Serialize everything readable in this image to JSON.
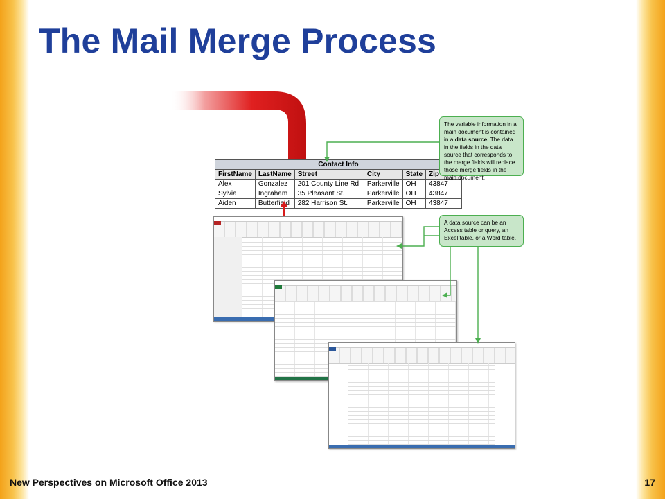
{
  "slide": {
    "title": "The Mail Merge Process",
    "footer": "New Perspectives on Microsoft Office 2013",
    "page_number": "17"
  },
  "contact_table": {
    "caption": "Contact Info",
    "columns": [
      "FirstName",
      "LastName",
      "Street",
      "City",
      "State",
      "Zip Code"
    ],
    "rows": [
      [
        "Alex",
        "Gonzalez",
        "201 County Line Rd.",
        "Parkerville",
        "OH",
        "43847"
      ],
      [
        "Sylvia",
        "Ingraham",
        "35 Pleasant St.",
        "Parkerville",
        "OH",
        "43847"
      ],
      [
        "Aiden",
        "Butterfield",
        "282 Harrison St.",
        "Parkerville",
        "OH",
        "43847"
      ]
    ]
  },
  "callouts": {
    "variable_info": {
      "before": "The variable information in a main document is contained in a ",
      "bold": "data source.",
      "after": " The data in the fields in the data source that corresponds to the merge fields will replace those merge fields in the main document."
    },
    "data_source": "A data source can be an Access table or query, an Excel table, or a Word table."
  },
  "colors": {
    "title": "#1f3f9a",
    "side_bar": "#f3a21a",
    "pipe": "#d81b1b",
    "callout_fill": "#c8e6c9",
    "callout_border": "#4caf50"
  }
}
